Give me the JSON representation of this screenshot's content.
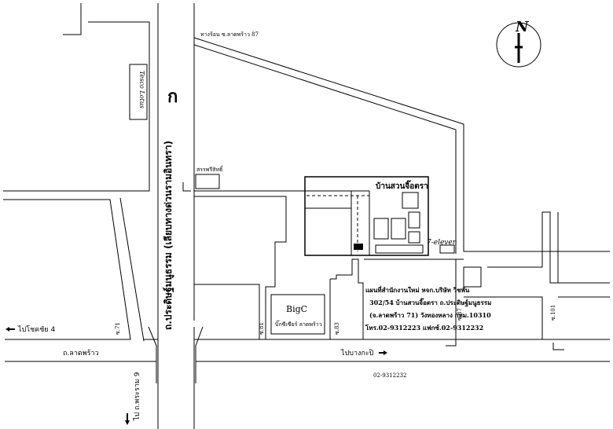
{
  "map": {
    "compass_letter": "N",
    "labels": {
      "junction_soi_87": "ทางร้อน ซ.ลาดพร้าว 87",
      "tesco": "Tesco Lotus",
      "kor": "ก",
      "main_road_vertical": "ถ.ประดิษฐ์มนูธรรม (เลียบทางด่วนรามอินทรา)",
      "petrol_station": "สรรพรีสิทธิ์",
      "baan_suan": "บ้านสวนจิ๊อตรา",
      "seven_eleven": "7-eleven",
      "office_line1": "แผนที่สำนักงานใหม่ หจก.บริษัท วีชพัน",
      "office_line2": "302/54 บ้านสวนจิ๊อตรา ถ.ประดิษฐ์มนูธรรม",
      "office_line3": "(จ.ลาดพร้าว 71) วังทองหลาง กทม.10310",
      "office_line4": "โทร.02-9312223 แฟกซ์.02-9312232",
      "bigc_title": "BigC",
      "bigc_sub": "บิ๊กซีเซียร์ ลาดพร้าว",
      "soi_71": "ซ.71",
      "soi_81": "ซ.81",
      "soi_83": "ซ.83",
      "soi_87": "ซ.87",
      "soi_101": "ซ.101",
      "to_chokchai": "ไปโชคชัย 4",
      "ladprao_road": "ถ.ลาดพร้าว",
      "to_bangkapi": "ไปบางกะปิ",
      "phone_bottom": "02-9312232",
      "to_rama9": "ไป ถ.พระราม 9"
    }
  }
}
